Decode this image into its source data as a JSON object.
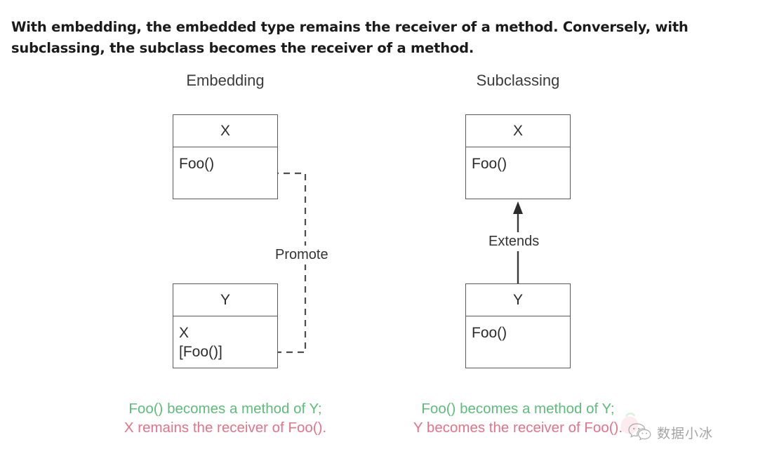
{
  "headline": "With embedding, the embedded type remains the receiver of a method. Conversely, with subclassing, the subclass becomes the receiver of a method.",
  "columns": {
    "embedding": {
      "title": "Embedding",
      "top_box": {
        "name": "X",
        "members": "Foo()"
      },
      "bottom_box": {
        "name": "Y",
        "member_1": "X",
        "member_2": "[Foo()]"
      },
      "connector_label": "Promote",
      "connector_style": "dashed",
      "caption_line_1": "Foo() becomes a method of Y;",
      "caption_line_2": "X remains the receiver of Foo()."
    },
    "subclassing": {
      "title": "Subclassing",
      "top_box": {
        "name": "X",
        "members": "Foo()"
      },
      "bottom_box": {
        "name": "Y",
        "members": "Foo()"
      },
      "connector_label": "Extends",
      "connector_style": "solid",
      "caption_line_1": "Foo() becomes a method of Y;",
      "caption_line_2": "Y becomes the receiver of Foo()."
    }
  },
  "colors": {
    "green": "#5fbb7b",
    "red": "#e4738a",
    "box_stroke": "#5a5a5a",
    "text": "#2b2b2b"
  },
  "watermark": {
    "icon": "wechat-icon",
    "text": "数据小冰"
  }
}
